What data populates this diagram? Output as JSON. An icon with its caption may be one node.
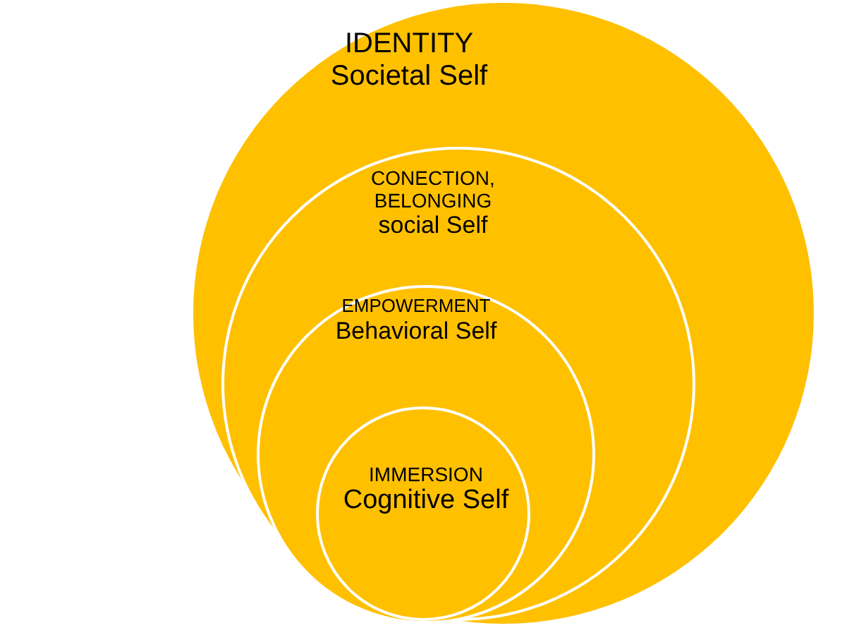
{
  "diagram": {
    "nodes": [
      {
        "text": [
          "IDENTITY",
          "Societal Self"
        ]
      },
      {
        "text": [
          "CONECTION, BELONGING",
          "social Self"
        ],
        "in": 0
      },
      {
        "text": [
          "EMPOWERMENT",
          "Behavioral Self"
        ],
        "in": 1
      },
      {
        "text": [
          "IMMERSION",
          "Cognitive Self"
        ],
        "in": 2
      }
    ]
  }
}
